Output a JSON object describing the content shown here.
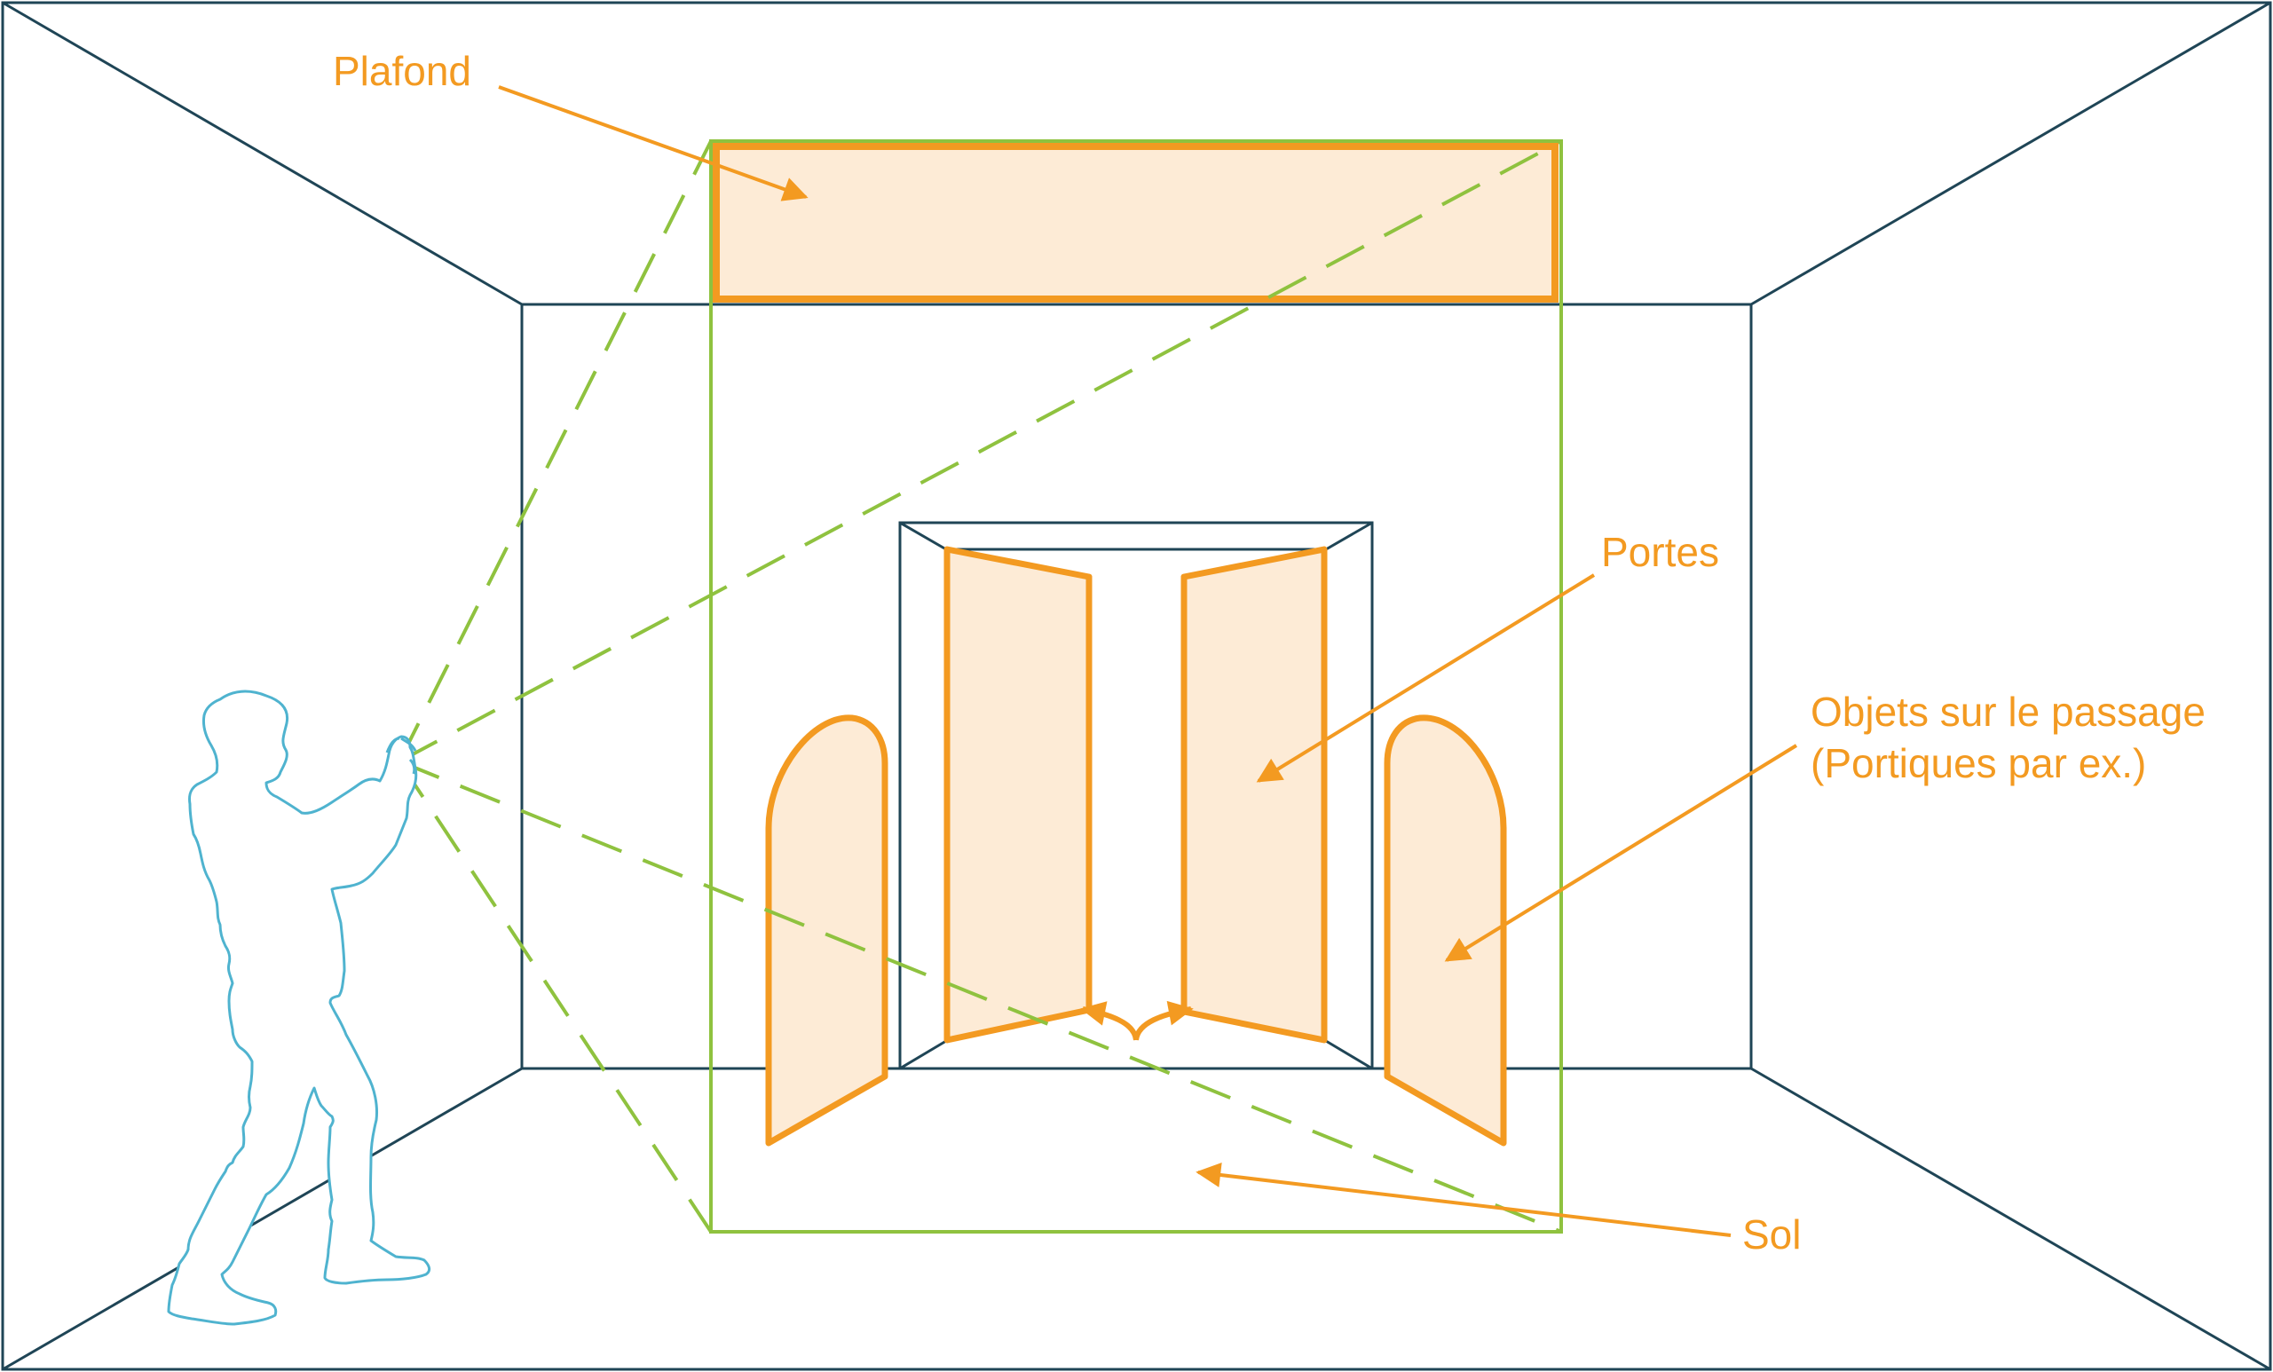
{
  "labels": {
    "ceiling": "Plafond",
    "doors": "Portes",
    "objects_line1": "Objets sur le passage",
    "objects_line2": "(Portiques par ex.)",
    "floor": "Sol"
  },
  "colors": {
    "room": "#1f4556",
    "highlight": "#f39a21",
    "highlight_fill": "#fdebd6",
    "frustum": "#8fc23f",
    "person": "#4fb3cf",
    "background": "#ffffff"
  },
  "icons": {
    "person": "person-holding-phone-outline"
  }
}
